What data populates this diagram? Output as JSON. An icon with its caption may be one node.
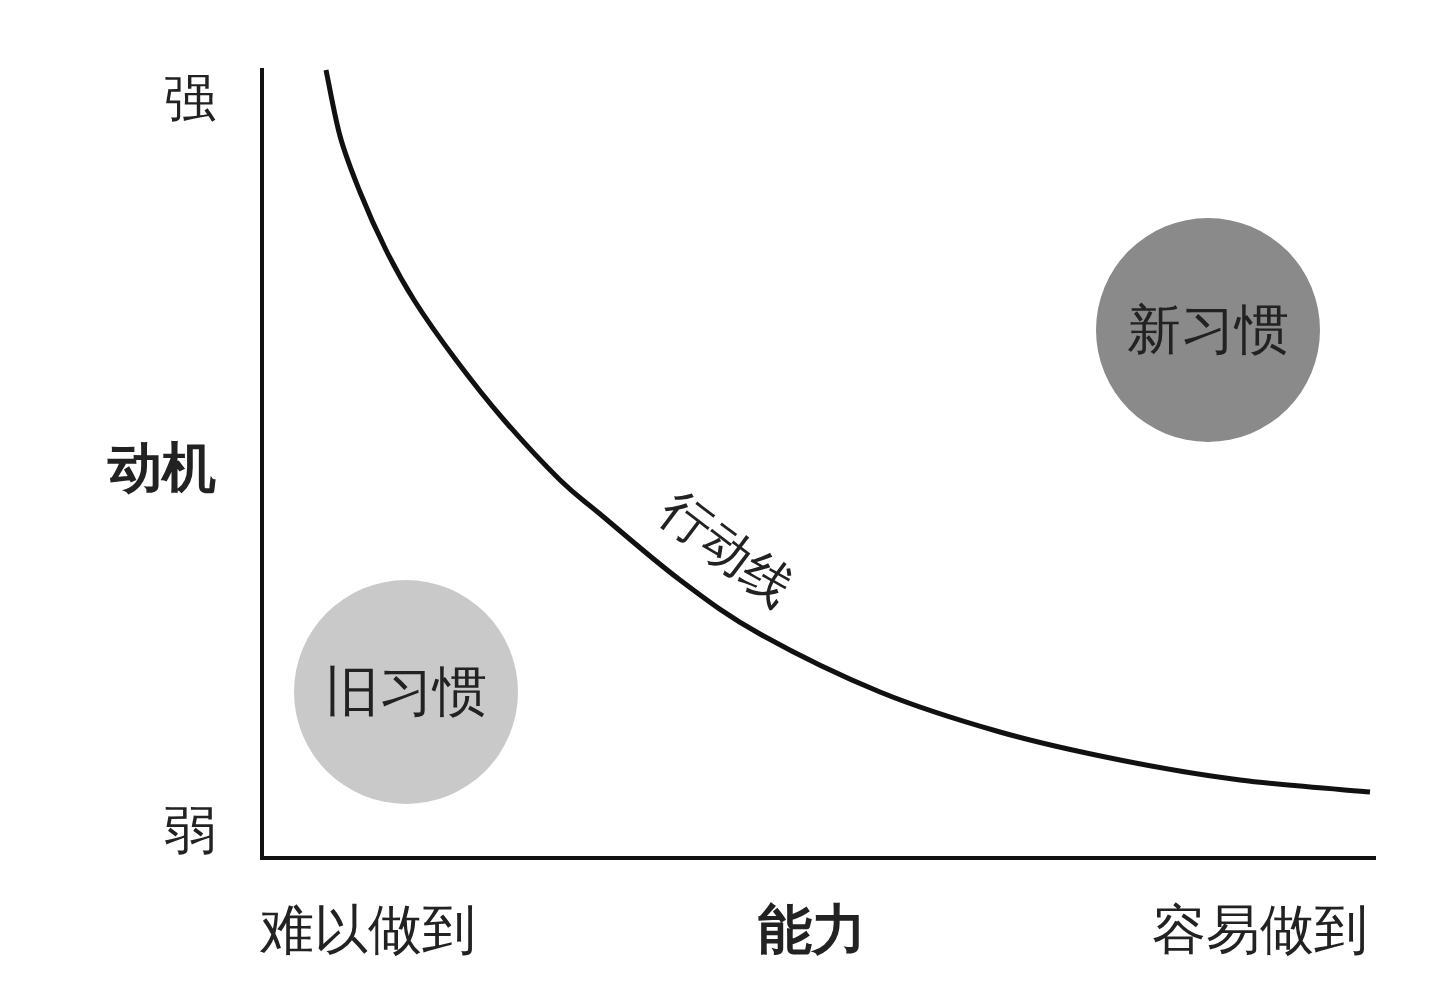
{
  "diagram": {
    "nodes": [
      {
        "text": [
          "新习惯"
        ]
      },
      {
        "text": [
          "旧习惯"
        ]
      }
    ],
    "labels": [
      "强",
      "动机",
      "行动线",
      "弱",
      "难以做到",
      "能力",
      "容易做到"
    ]
  }
}
